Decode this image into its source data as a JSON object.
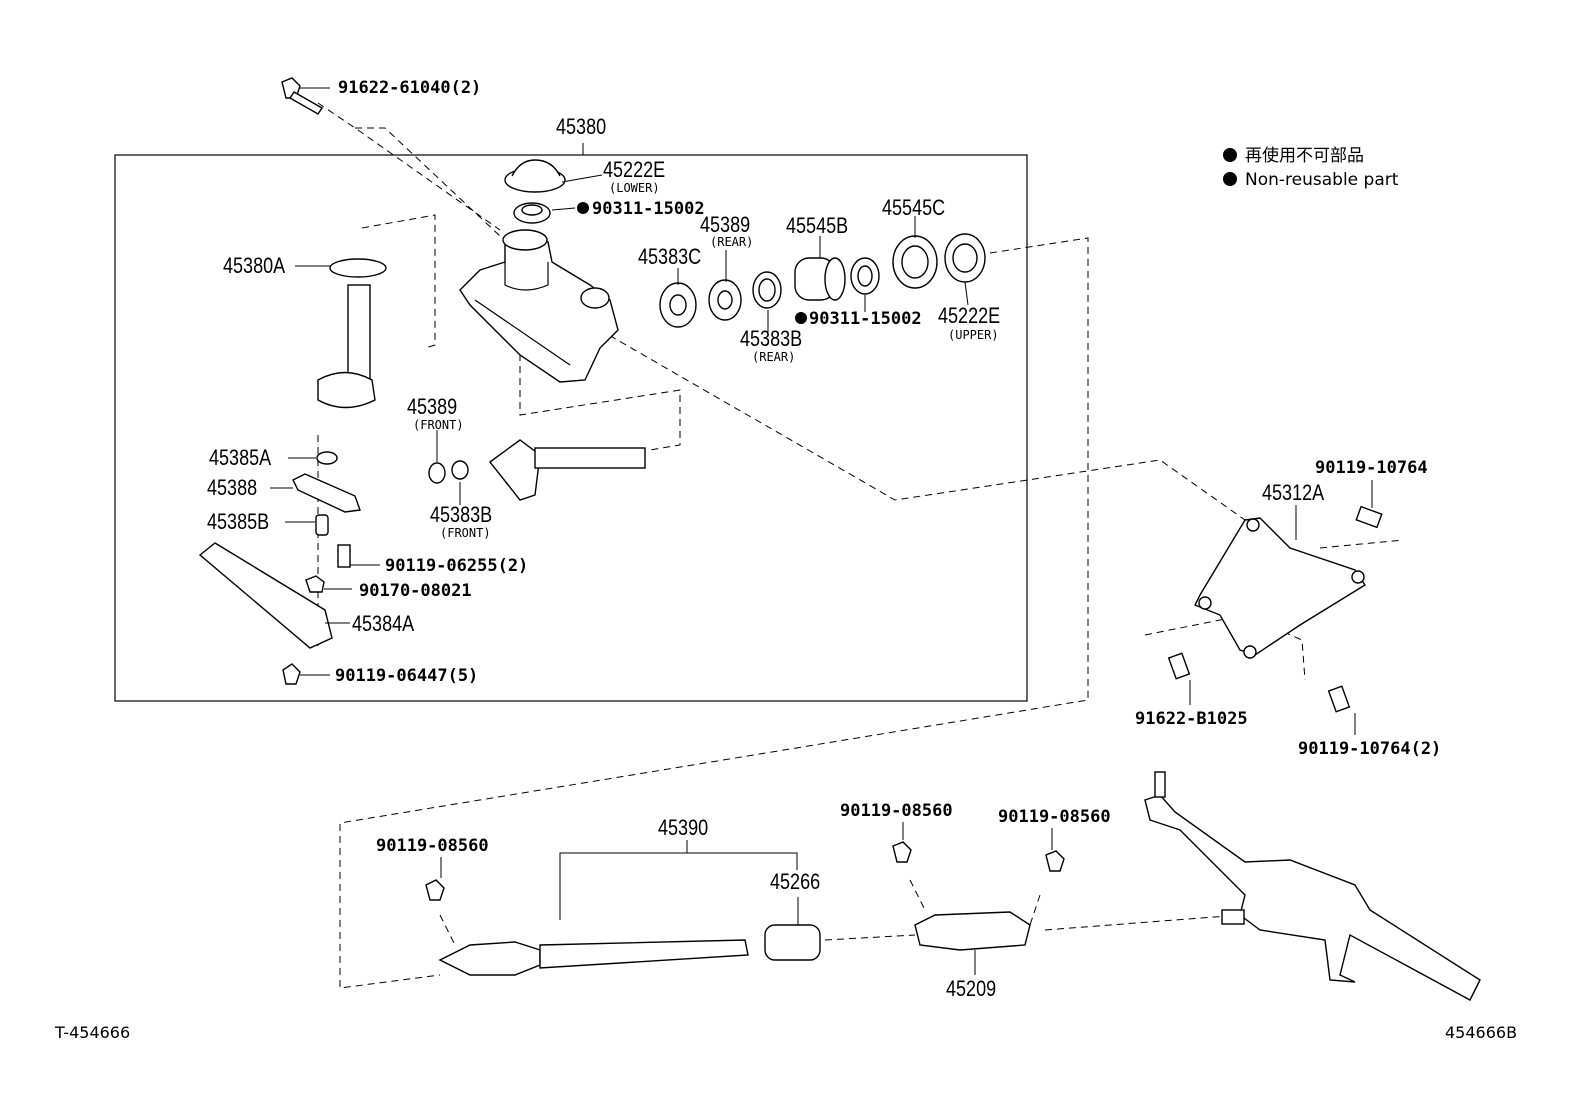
{
  "legend": {
    "bullet_color": "#000000",
    "line1": "再使用不可部品",
    "line2": "Non-reusable part"
  },
  "footer": {
    "left": "T-454666",
    "right": "454666B"
  },
  "parts": {
    "p_91622_61040": "91622-61040(2)",
    "p_45380": "45380",
    "p_45222E_lower": "45222E",
    "p_45222E_lower_note": "(LOWER)",
    "p_90311_15002_a": "90311-15002",
    "p_45380A": "45380A",
    "p_45389_rear": "45389",
    "p_45389_rear_note": "(REAR)",
    "p_45383C": "45383C",
    "p_45545B": "45545B",
    "p_45545C": "45545C",
    "p_45383B_rear": "45383B",
    "p_45383B_rear_note": "(REAR)",
    "p_90311_15002_b": "90311-15002",
    "p_45222E_upper": "45222E",
    "p_45222E_upper_note": "(UPPER)",
    "p_45389_front": "45389",
    "p_45389_front_note": "(FRONT)",
    "p_45383B_front": "45383B",
    "p_45383B_front_note": "(FRONT)",
    "p_45385A": "45385A",
    "p_45388": "45388",
    "p_45385B": "45385B",
    "p_90119_06255": "90119-06255(2)",
    "p_90170_08021": "90170-08021",
    "p_45384A": "45384A",
    "p_90119_06447": "90119-06447(5)",
    "p_90119_10764_a": "90119-10764",
    "p_45312A": "45312A",
    "p_91622_B1025": "91622-B1025",
    "p_90119_10764_b": "90119-10764(2)",
    "p_45390": "45390",
    "p_45266": "45266",
    "p_90119_08560_a": "90119-08560",
    "p_90119_08560_b": "90119-08560",
    "p_90119_08560_c": "90119-08560",
    "p_45209": "45209"
  }
}
